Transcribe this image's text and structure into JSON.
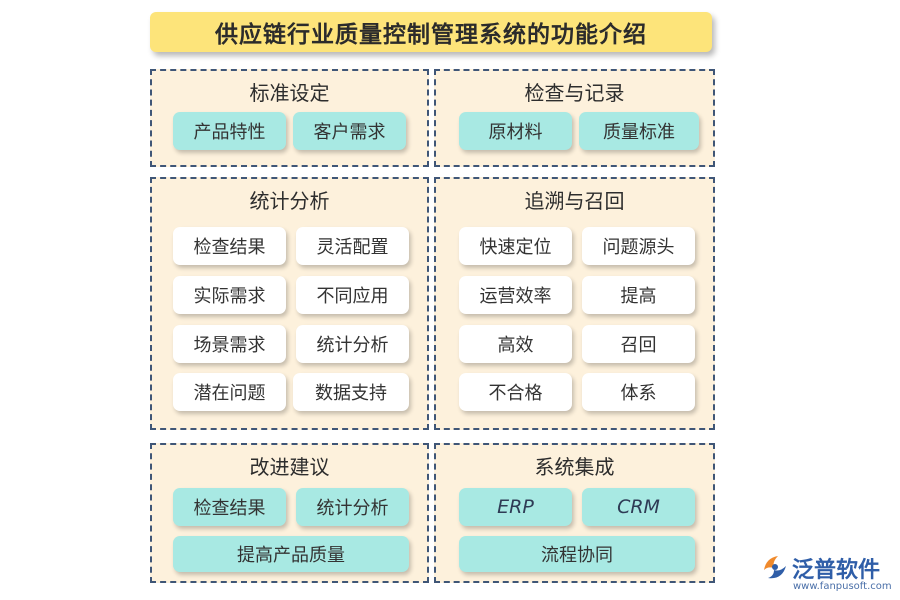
{
  "title": "供应链行业质量控制管理系统的功能介绍",
  "panels": {
    "standard": {
      "title": "标准设定",
      "items": [
        "产品特性",
        "客户需求"
      ]
    },
    "inspection": {
      "title": "检查与记录",
      "items": [
        "原材料",
        "质量标准"
      ]
    },
    "statistics": {
      "title": "统计分析",
      "items": [
        "检查结果",
        "灵活配置",
        "实际需求",
        "不同应用",
        "场景需求",
        "统计分析",
        "潜在问题",
        "数据支持"
      ]
    },
    "trace": {
      "title": "追溯与召回",
      "items": [
        "快速定位",
        "问题源头",
        "运营效率",
        "提高",
        "高效",
        "召回",
        "不合格",
        "体系"
      ]
    },
    "improve": {
      "title": "改进建议",
      "items": [
        "检查结果",
        "统计分析",
        "提高产品质量"
      ]
    },
    "integration": {
      "title": "系统集成",
      "items": [
        "ERP",
        "CRM",
        "流程协同"
      ]
    }
  },
  "logo": {
    "name": "泛普软件",
    "url": "www.fanpusoft.com"
  },
  "colors": {
    "title_bg": "#fde47a",
    "panel_bg": "#fdf1dc",
    "panel_border": "#3f5677",
    "chip_teal": "#a8e9e3",
    "chip_white": "#ffffff",
    "logo_blue": "#2f5ea8",
    "logo_orange": "#f08a2c"
  }
}
